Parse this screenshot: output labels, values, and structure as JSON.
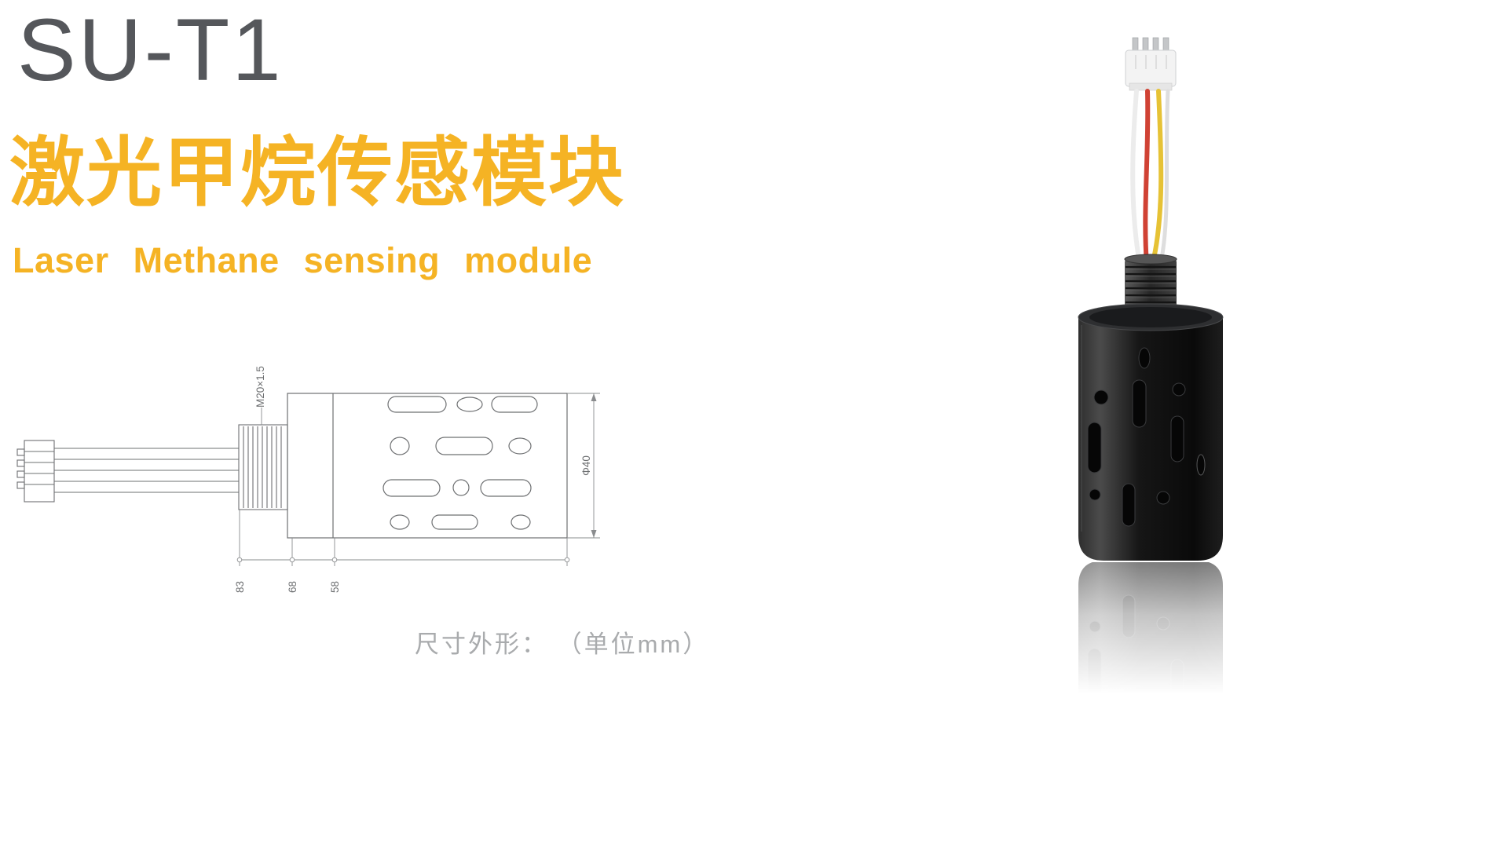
{
  "header": {
    "model": "SU-T1",
    "title_zh": "激光甲烷传感模块",
    "title_en": "Laser Methane sensing module"
  },
  "drawing": {
    "thread_spec": "M20×1.5",
    "diameter_label": "Φ40",
    "dim_labels": [
      "83",
      "68",
      "58"
    ],
    "caption": "尺寸外形： （单位mm）"
  },
  "photo": {
    "alt": "black cylindrical laser methane sensing module with top cable connector"
  },
  "colors": {
    "accent_yellow": "#f5b324",
    "model_gray": "#55575b",
    "caption_gray": "#a9abad",
    "drawing_line": "#6e7072"
  }
}
